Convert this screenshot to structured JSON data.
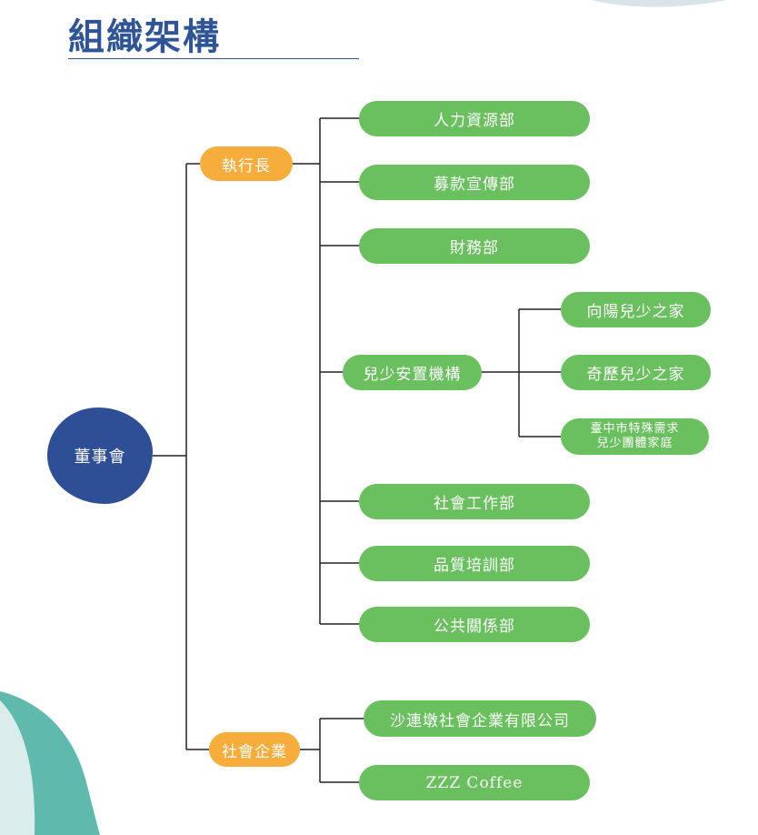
{
  "title": "組織架構",
  "colors": {
    "title": "#2f5597",
    "root": "#2e4f96",
    "level1": "#f6ad3c",
    "level2": "#6abf5e",
    "connector": "#222222",
    "decoration": "#5fb9ad"
  },
  "root": {
    "label": "董事會"
  },
  "ceo": {
    "label": "執行長",
    "departments": [
      {
        "label": "人力資源部"
      },
      {
        "label": "募款宣傳部"
      },
      {
        "label": "財務部"
      },
      {
        "label": "兒少安置機構",
        "children": [
          {
            "label": "向陽兒少之家"
          },
          {
            "label": "奇歷兒少之家"
          },
          {
            "label_line1": "臺中市特殊需求",
            "label_line2": "兒少團體家庭"
          }
        ]
      },
      {
        "label": "社會工作部"
      },
      {
        "label": "品質培訓部"
      },
      {
        "label": "公共關係部"
      }
    ]
  },
  "social": {
    "label": "社會企業",
    "children": [
      {
        "label": "沙連墩社會企業有限公司"
      },
      {
        "label": "ZZZ Coffee"
      }
    ]
  }
}
